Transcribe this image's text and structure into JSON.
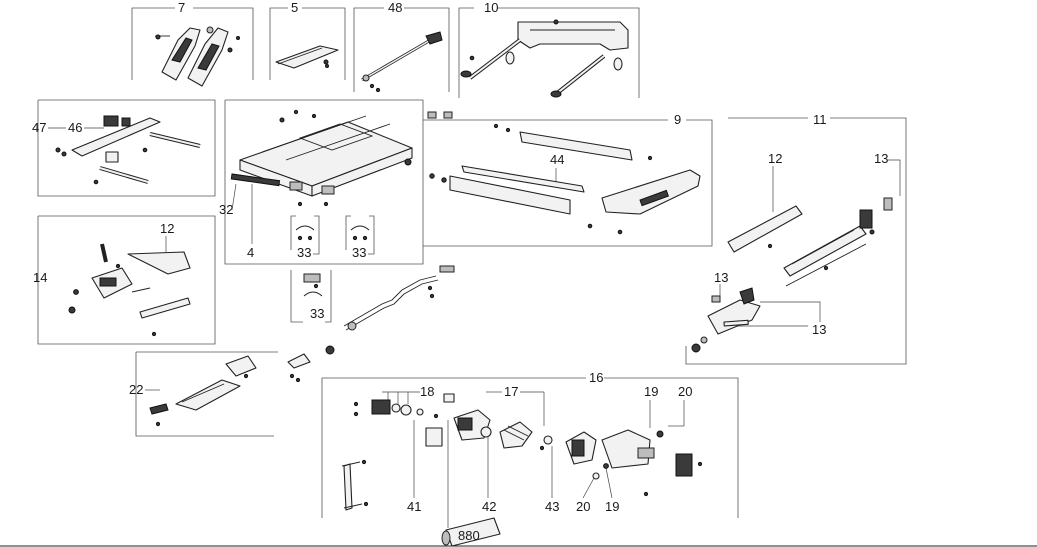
{
  "labels": {
    "l7": "7",
    "l5": "5",
    "l48": "48",
    "l10": "10",
    "l47": "47",
    "l46": "46",
    "l9": "9",
    "l11": "11",
    "l44": "44",
    "l12a": "12",
    "l13a": "13",
    "l32": "32",
    "l4": "4",
    "l33a": "33",
    "l33b": "33",
    "l14": "14",
    "l12b": "12",
    "l13b": "13",
    "l13c": "13",
    "l33c": "33",
    "l22": "22",
    "l16": "16",
    "l18": "18",
    "l17": "17",
    "l19a": "19",
    "l20a": "20",
    "l41": "41",
    "l42": "42",
    "l43": "43",
    "l20b": "20",
    "l19b": "19",
    "l880": "880"
  },
  "icons": {
    "screw": "screw-icon",
    "washer": "washer-icon"
  },
  "colors": {
    "line": "#222222",
    "fill": "#f2f2f2",
    "dark": "#3a3a3a"
  }
}
